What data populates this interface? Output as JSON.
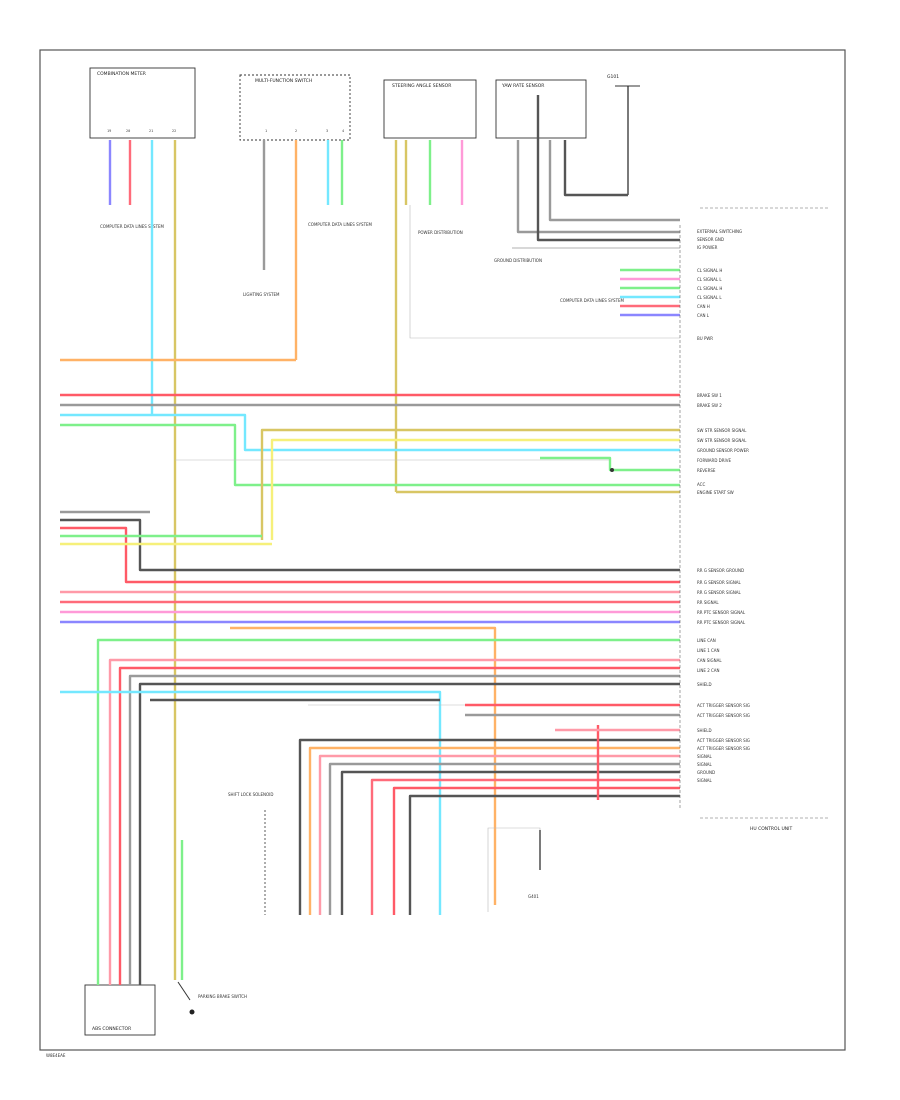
{
  "components": {
    "combination_meter": {
      "title": "COMBINATION METER",
      "pins": [
        "19",
        "20",
        "21",
        "22"
      ]
    },
    "multifunction_switch": {
      "title": "MULTI-FUNCTION SWITCH",
      "pins": [
        "1",
        "2",
        "3",
        "4"
      ]
    },
    "steering_angle_sensor": {
      "title": "STEERING ANGLE SENSOR"
    },
    "yaw_rate_sensor": {
      "title": "YAW RATE SENSOR"
    },
    "ground_point_top": {
      "title": "G101"
    },
    "hu_control_unit": {
      "title": "HU CONTROL UNIT"
    },
    "abs_connector": {
      "title": "ABS CONNECTOR"
    },
    "parking_brake": {
      "title": "PARKING BRAKE SWITCH"
    },
    "shift_lock": {
      "title": "SHIFT LOCK SOLENOID"
    },
    "ground_bottom": {
      "title": "G401"
    }
  },
  "refs": {
    "ref_1": "COMPUTER DATA LINES SYSTEM",
    "ref_2": "LIGHTING SYSTEM",
    "ref_3": "COMPUTER DATA LINES SYSTEM",
    "ref_4": "POWER DISTRIBUTION",
    "ref_5": "GROUND DISTRIBUTION",
    "ref_6": "COMPUTER DATA LINES SYSTEM"
  },
  "right_labels": [
    "EXTERNAL SWITCHING",
    "SENSOR GND",
    "IG POWER",
    "CL SIGNAL H",
    "CL SIGNAL L",
    "CL SIGNAL H",
    "CL SIGNAL L",
    "CAN H",
    "CAN L",
    "BU PWR",
    "BRAKE SW 1",
    "BRAKE SW 2",
    "SW STR SENSOR SIGNAL",
    "SW STR SENSOR SIGNAL",
    "GROUND SENSOR POWER",
    "FORWARD DRIVE",
    "REVERSE",
    "ACC",
    "ENGINE START SW",
    "RR G SENSOR GROUND",
    "RR G SENSOR SIGNAL",
    "RR G SENSOR SIGNAL",
    "RR SIGNAL",
    "RR PTC SENSOR SIGNAL",
    "RR PTC SENSOR SIGNAL",
    "LINE CAN",
    "LINE 1 CAN",
    "CAN SIGNAL",
    "LINE 2 CAN",
    "SHIELD",
    "ACT TRIGGER SENSOR SIG",
    "ACT TRIGGER SENSOR SIG",
    "SHIELD",
    "ACT TRIGGER SENSOR SIG",
    "ACT TRIGGER SENSOR SIG",
    "SIGNAL",
    "SIGNAL",
    "GROUND",
    "SIGNAL"
  ],
  "wires": [
    {
      "name": "wire-blu-wht",
      "color": "#8b86ff"
    },
    {
      "name": "wire-red-wht",
      "color": "#ff6b7a"
    },
    {
      "name": "wire-lt-blu",
      "color": "#74e8ff"
    },
    {
      "name": "wire-yel-grn",
      "color": "#d8c664"
    },
    {
      "name": "wire-orange",
      "color": "#ffb266"
    },
    {
      "name": "wire-green",
      "color": "#7ef08a"
    },
    {
      "name": "wire-pink",
      "color": "#ff9ad8"
    },
    {
      "name": "wire-red",
      "color": "#ff5a67"
    },
    {
      "name": "wire-gray",
      "color": "#8c8c8c"
    },
    {
      "name": "wire-yellow",
      "color": "#f6f07a"
    }
  ],
  "footer": {
    "page_code": "W8E4EAE"
  }
}
